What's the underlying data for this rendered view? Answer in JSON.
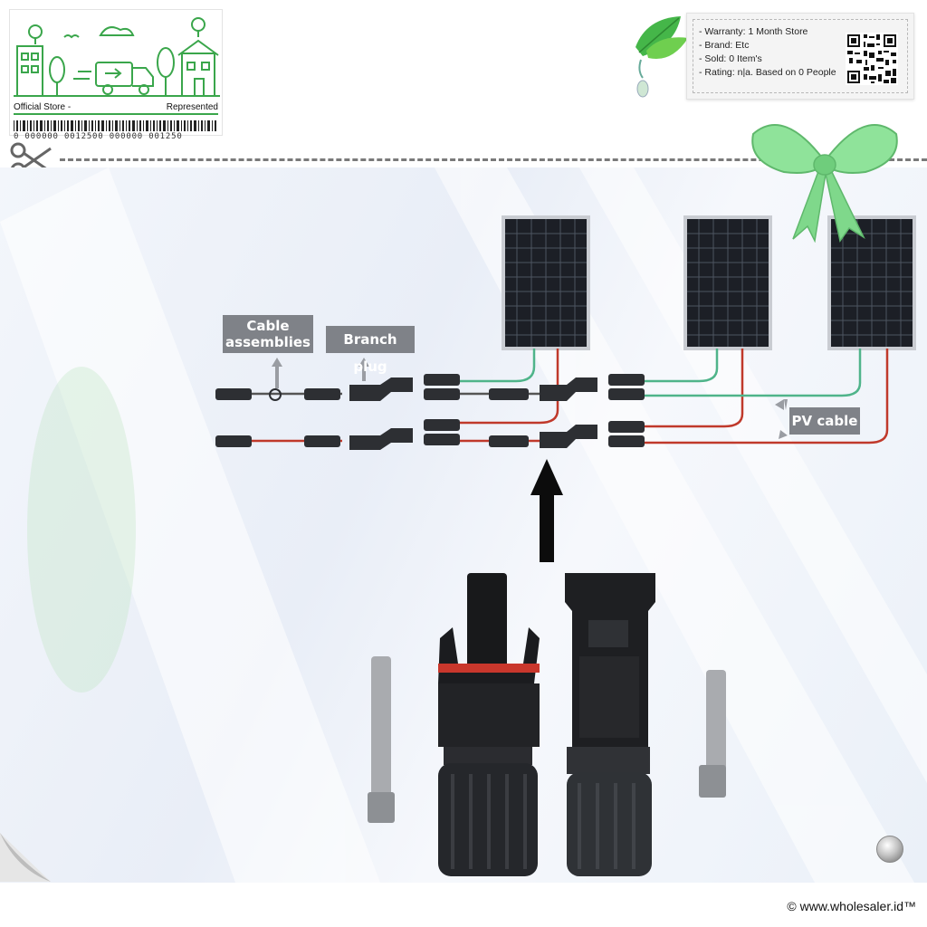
{
  "store_badge": {
    "left_label": "Official Store -",
    "right_label": "Represented",
    "barcode_number": "0  000000  0012500  000000  001250"
  },
  "info_card": {
    "items": [
      "- Warranty: 1 Month Store",
      "- Brand: Etc",
      "- Sold: 0 Item's",
      "- Rating: n|a. Based on 0 People"
    ]
  },
  "diagram": {
    "labels": {
      "cable_assemblies": "Cable assemblies",
      "branch_plug": "Branch plug",
      "pv_cable": "PV cable"
    }
  },
  "footer": {
    "copyright": "© www.wholesaler.id™"
  },
  "colors": {
    "brand_green": "#3aa64b",
    "label_gray": "#7f8288",
    "wire_green": "#4fb48a",
    "wire_red": "#c0392b"
  }
}
